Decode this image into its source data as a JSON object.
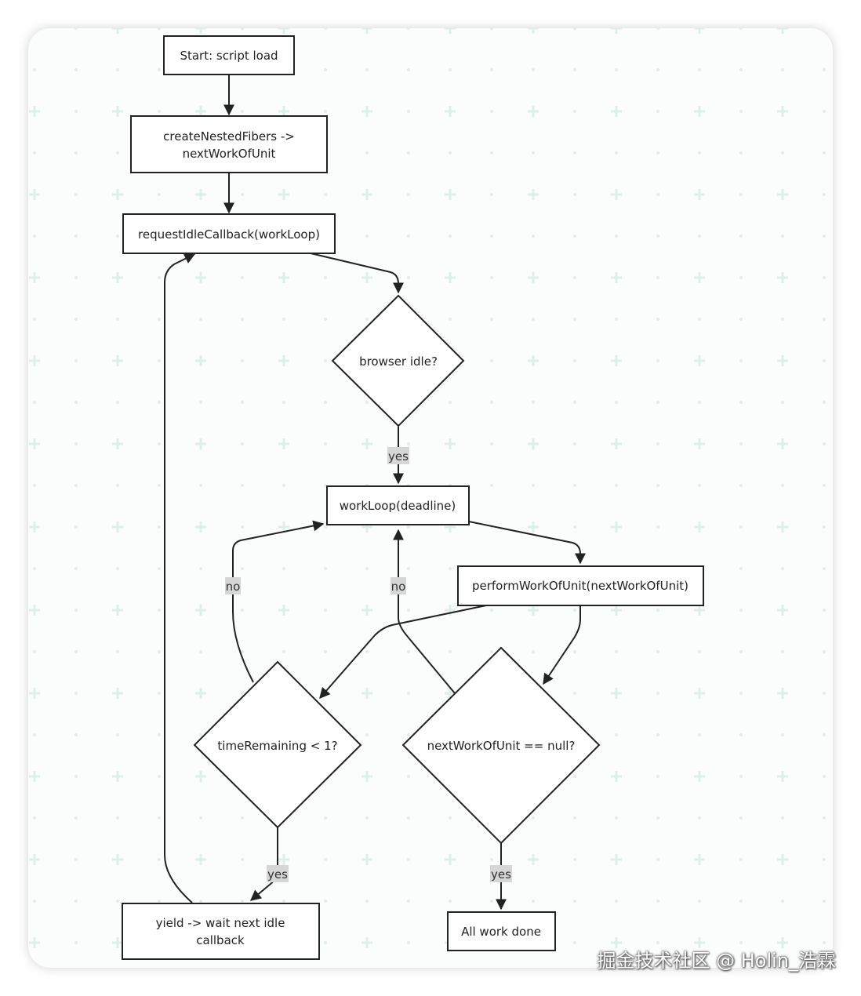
{
  "nodes": {
    "start": {
      "label": "Start: script load",
      "shape": "rect"
    },
    "create": {
      "lines": [
        "createNestedFibers ->",
        "nextWorkOfUnit"
      ],
      "shape": "rect"
    },
    "request": {
      "label": "requestIdleCallback(workLoop)",
      "shape": "rect"
    },
    "browser_idle": {
      "label": "browser idle?",
      "shape": "diamond"
    },
    "workloop": {
      "label": "workLoop(deadline)",
      "shape": "rect"
    },
    "perform": {
      "label": "performWorkOfUnit(nextWorkOfUnit)",
      "shape": "rect"
    },
    "time_remaining": {
      "label": "timeRemaining < 1?",
      "shape": "diamond"
    },
    "next_null": {
      "label": "nextWorkOfUnit == null?",
      "shape": "diamond"
    },
    "yield": {
      "lines": [
        "yield -> wait next idle",
        "callback"
      ],
      "shape": "rect"
    },
    "done": {
      "label": "All work done",
      "shape": "rect"
    }
  },
  "edges": [
    {
      "from": "start",
      "to": "create",
      "label": ""
    },
    {
      "from": "create",
      "to": "request",
      "label": ""
    },
    {
      "from": "request",
      "to": "browser_idle",
      "label": ""
    },
    {
      "from": "browser_idle",
      "to": "workloop",
      "label": "yes"
    },
    {
      "from": "workloop",
      "to": "perform",
      "label": ""
    },
    {
      "from": "perform",
      "to": "time_remaining",
      "label": ""
    },
    {
      "from": "perform",
      "to": "next_null",
      "label": ""
    },
    {
      "from": "time_remaining",
      "to": "workloop",
      "label": "no"
    },
    {
      "from": "next_null",
      "to": "workloop",
      "label": "no"
    },
    {
      "from": "time_remaining",
      "to": "yield",
      "label": "yes"
    },
    {
      "from": "next_null",
      "to": "done",
      "label": "yes"
    },
    {
      "from": "yield",
      "to": "request",
      "label": ""
    }
  ],
  "colors": {
    "stroke": "#222222",
    "node_fill": "#ffffff",
    "grid_plus": "#dcefe9",
    "grid_dot": "#e3ecea",
    "label_bg": "#d6d6d6"
  },
  "watermark": "掘金技术社区 @ Holin_浩霖"
}
